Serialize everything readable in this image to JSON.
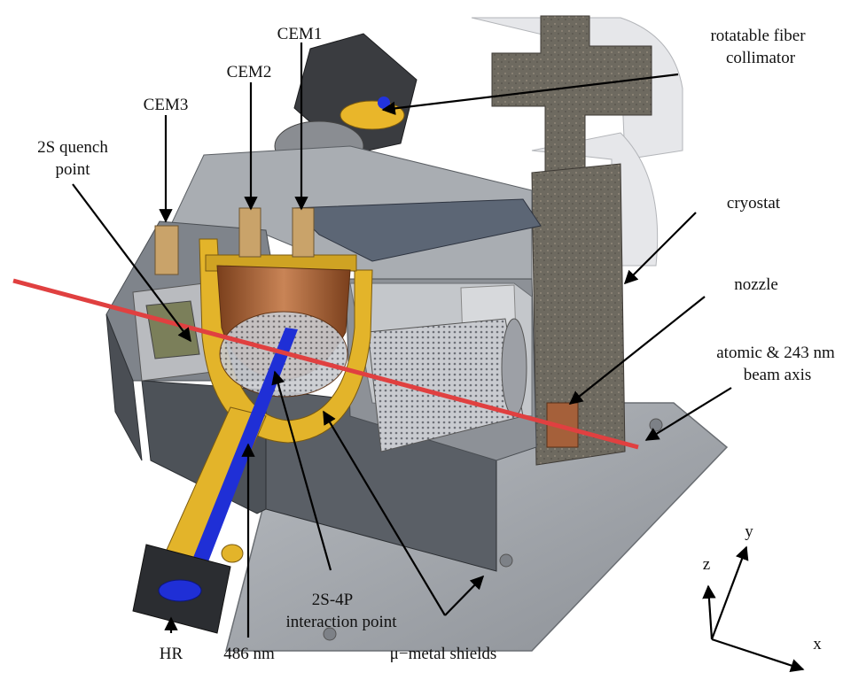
{
  "labels": {
    "cem1": "CEM1",
    "cem2": "CEM2",
    "cem3": "CEM3",
    "quench_line1": "2S quench",
    "quench_line2": "point",
    "fiber_line1": "rotatable fiber",
    "fiber_line2": "collimator",
    "cryostat": "cryostat",
    "nozzle": "nozzle",
    "beam_line1": "atomic & 243 nm",
    "beam_line2": "beam axis",
    "interaction_line1": "2S-4P",
    "interaction_line2": "interaction point",
    "hr": "HR",
    "laser": "486 nm",
    "shields": "μ−metal shields",
    "axis_x": "x",
    "axis_y": "y",
    "axis_z": "z"
  },
  "colors": {
    "quench_label": "#c0262a",
    "interaction_label": "#1e8fdc",
    "beam": "#e04040",
    "laser": "#1f2fd6",
    "gold": "#e3b42a",
    "copper": "#b5683a",
    "housing": "#5f6670",
    "plate": "#9a9ea3",
    "cryostat": "#6f6758"
  }
}
